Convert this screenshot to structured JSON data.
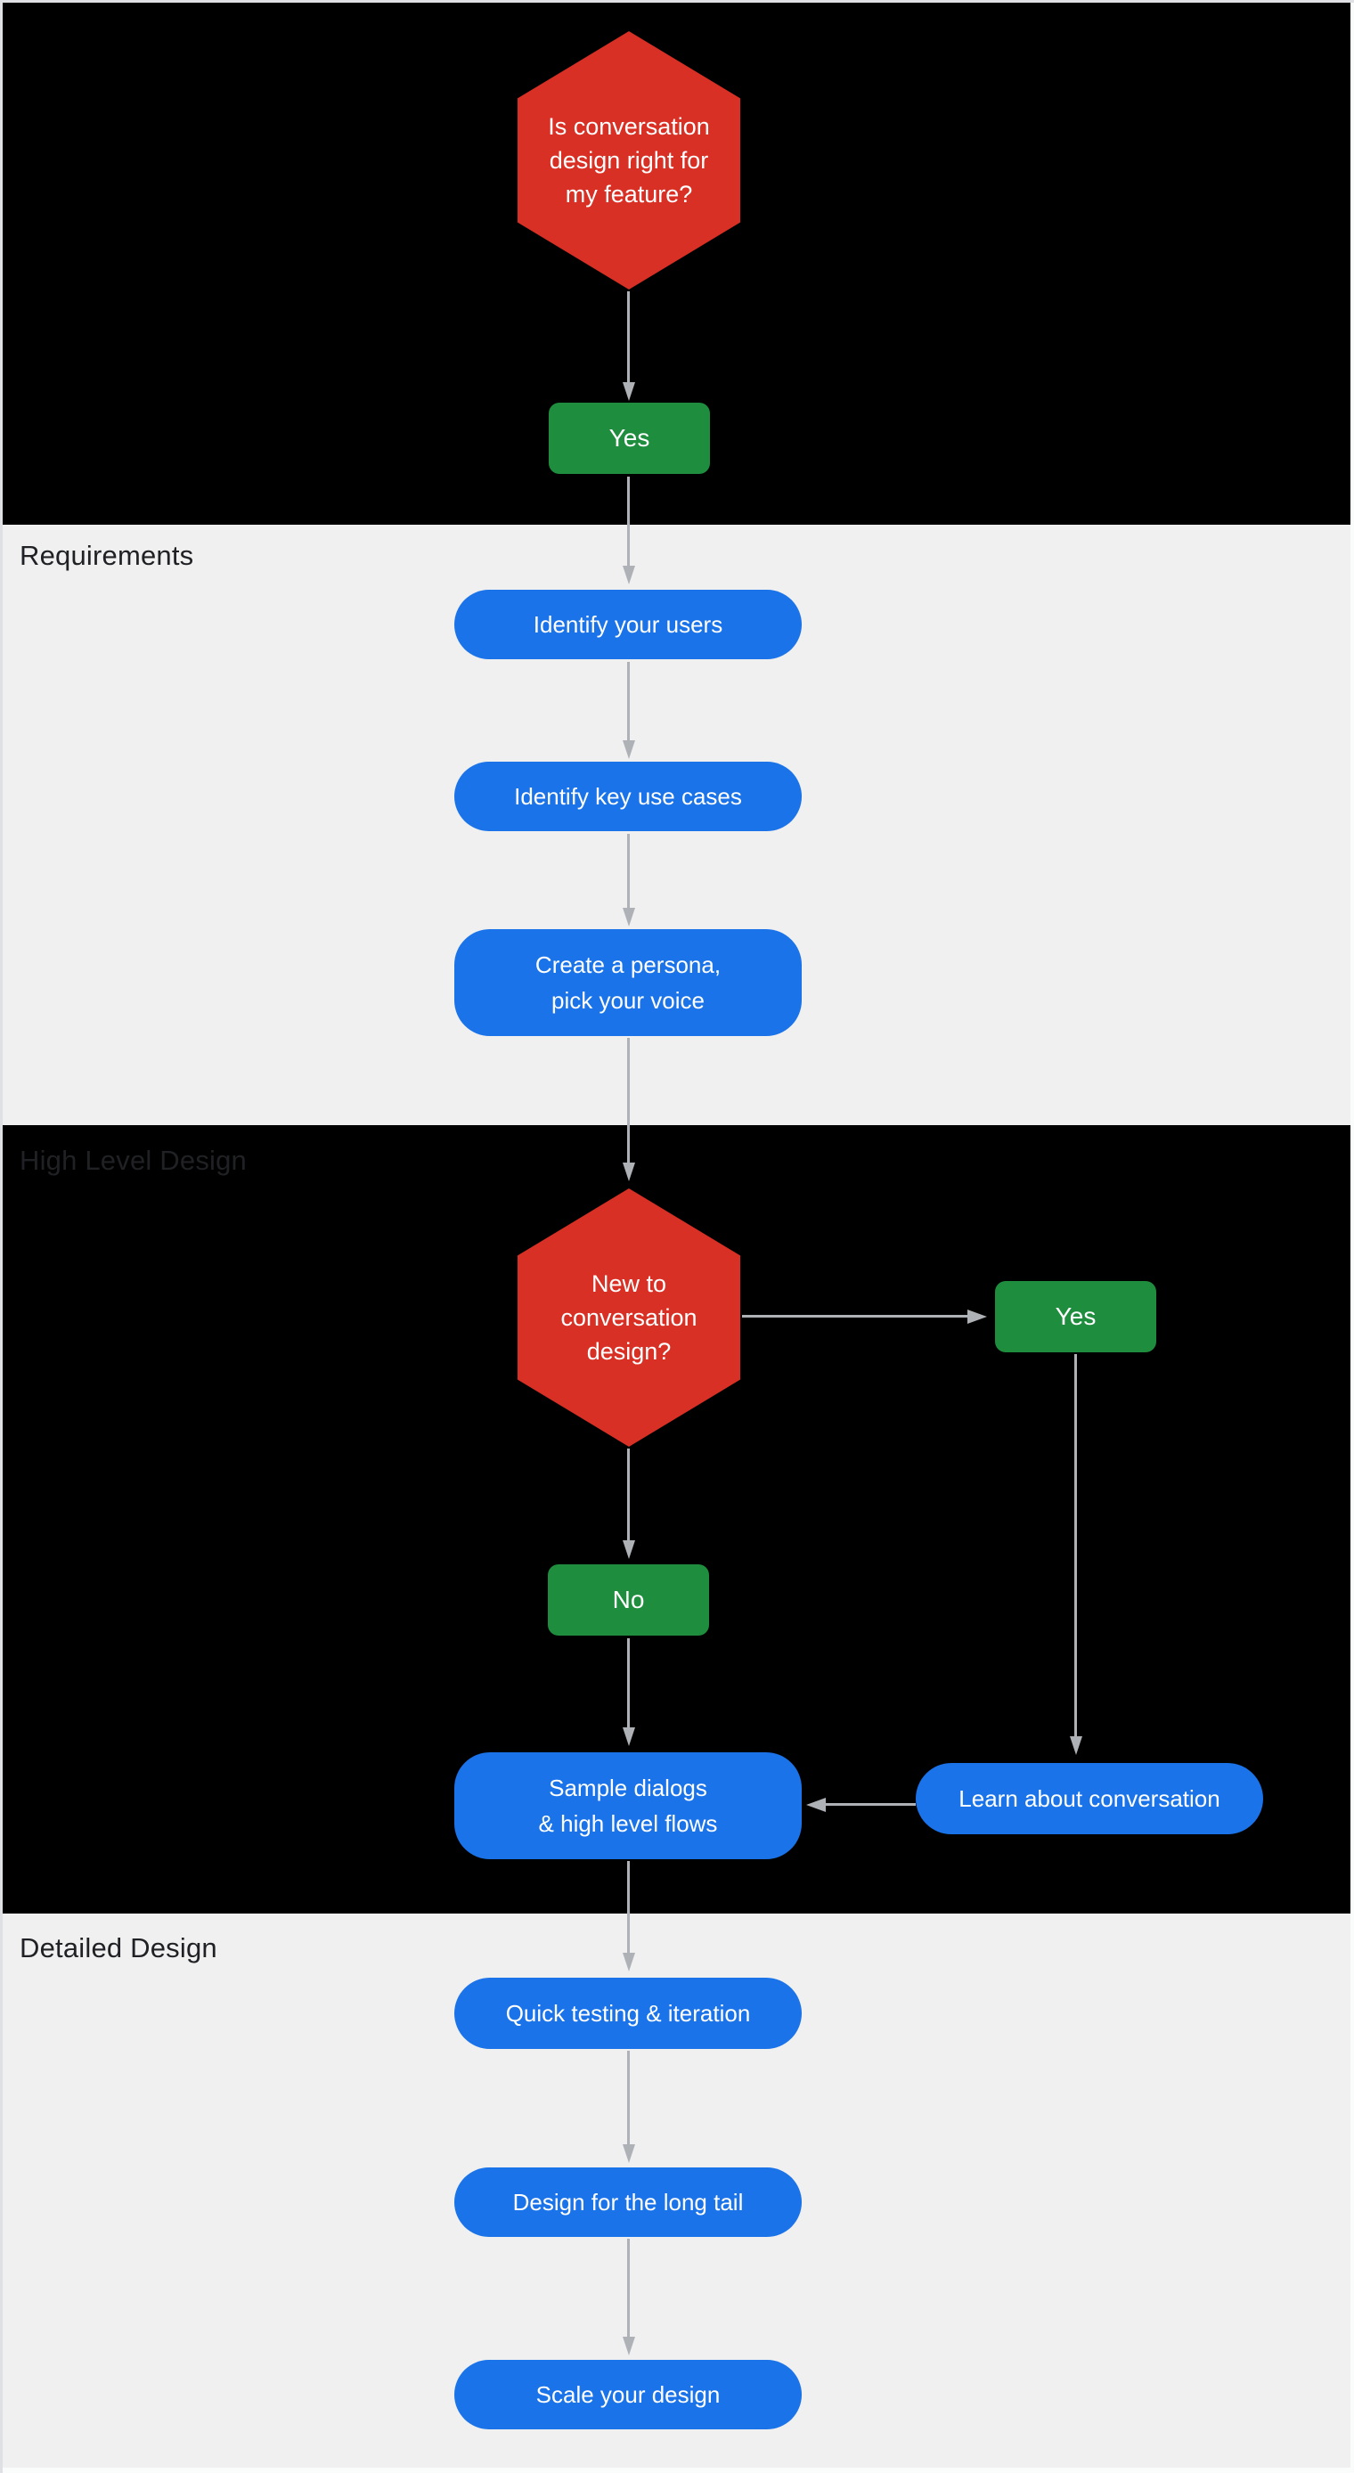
{
  "colors": {
    "red": "#d93025",
    "green": "#1e8e3e",
    "blue": "#1a73e8",
    "band_dark": "#000000",
    "band_light": "#f0f0f1",
    "arrow": "#aeb1b6",
    "label": "#202124",
    "canvas_bg": "#fafbfb",
    "canvas_edge": "#dee0e3"
  },
  "sections": {
    "requirements": "Requirements",
    "high_level_design": "High Level Design",
    "detailed_design": "Detailed Design"
  },
  "flow": {
    "start_decision": {
      "lines": [
        "Is conversation",
        "design right for",
        "my feature?"
      ]
    },
    "start_yes": {
      "label": "Yes"
    },
    "identify_users": {
      "label": "Identify your users"
    },
    "identify_use_cases": {
      "label": "Identify key use cases"
    },
    "create_persona": {
      "lines": [
        "Create a persona,",
        "pick your voice"
      ]
    },
    "new_to_decision": {
      "lines": [
        "New to",
        "conversation",
        "design?"
      ]
    },
    "new_to_yes": {
      "label": "Yes"
    },
    "new_to_no": {
      "label": "No"
    },
    "sample_dialogs": {
      "lines": [
        "Sample dialogs",
        "& high level flows"
      ]
    },
    "learn_conversation": {
      "label": "Learn about conversation"
    },
    "quick_testing": {
      "label": "Quick testing & iteration"
    },
    "long_tail": {
      "label": "Design for the long tail"
    },
    "scale_design": {
      "label": "Scale your design"
    }
  }
}
